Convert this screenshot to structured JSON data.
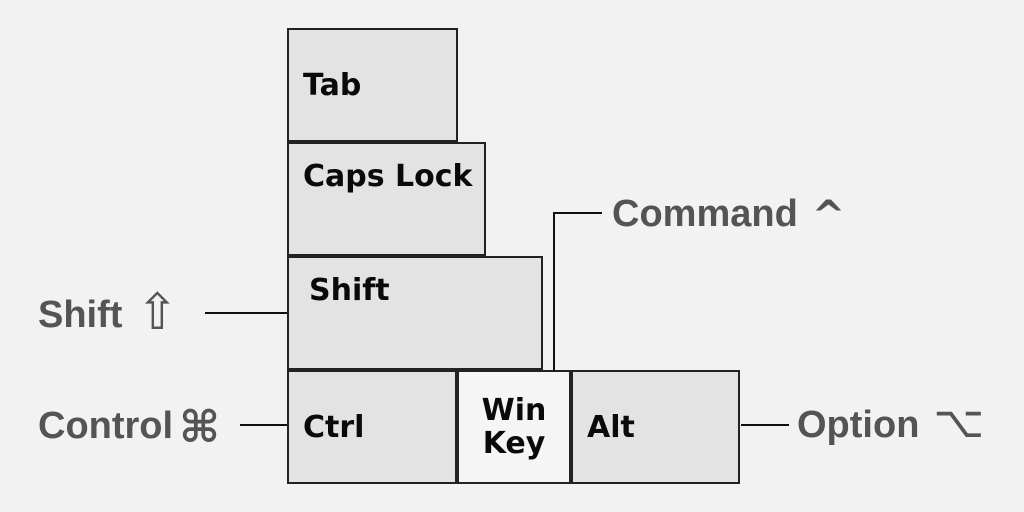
{
  "colors": {
    "bg": "#f2f2f2",
    "key_fill": "#e3e3e3",
    "win_fill": "#f5f5f5",
    "border": "#222222",
    "label": "#545457",
    "key_text": "#0a0a0a",
    "line": "#111111"
  },
  "keys": {
    "tab": {
      "label": "Tab"
    },
    "caps_lock": {
      "label": "Caps Lock"
    },
    "shift": {
      "label": "Shift"
    },
    "ctrl": {
      "label": "Ctrl"
    },
    "win_key": {
      "line1": "Win",
      "line2": "Key"
    },
    "alt": {
      "label": "Alt"
    }
  },
  "annotations": {
    "shift": {
      "text": "Shift",
      "symbol": "⇧"
    },
    "control": {
      "text": "Control",
      "symbol": "⌘"
    },
    "command": {
      "text": "Command",
      "symbol": "^"
    },
    "option": {
      "text": "Option",
      "symbol": "⌥"
    }
  }
}
